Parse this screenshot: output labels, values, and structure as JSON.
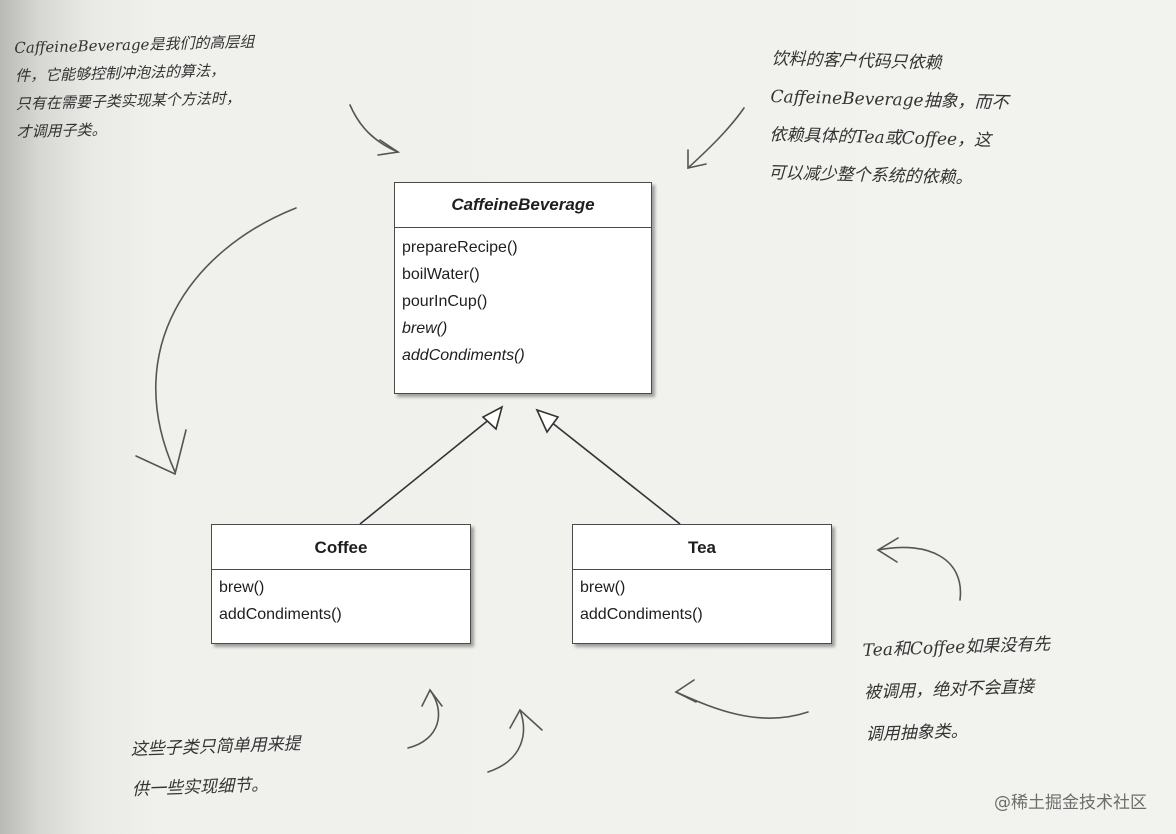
{
  "classes": {
    "caffeine_beverage": {
      "name": "CaffeineBeverage",
      "methods": [
        "prepareRecipe()",
        "boilWater()",
        "pourInCup()",
        "brew()",
        "addCondiments()"
      ]
    },
    "coffee": {
      "name": "Coffee",
      "methods": [
        "brew()",
        "addCondiments()"
      ]
    },
    "tea": {
      "name": "Tea",
      "methods": [
        "brew()",
        "addCondiments()"
      ]
    }
  },
  "annotations": {
    "top_left": [
      "CaffeineBeverage是我们的高层组",
      "件，它能够控制冲泡法的算法，",
      "只有在需要子类实现某个方法时，",
      "才调用子类。"
    ],
    "top_right": [
      "饮料的客户代码只依赖",
      "CaffeineBeverage抽象，而不",
      "依赖具体的Tea或Coffee，这",
      "可以减少整个系统的依赖。"
    ],
    "bottom_right": [
      "Tea和Coffee如果没有先",
      "被调用，绝对不会直接",
      "调用抽象类。"
    ],
    "bottom_left": [
      "这些子类只简单用来提",
      "供一些实现细节。"
    ]
  },
  "watermark": "@稀土掘金技术社区"
}
